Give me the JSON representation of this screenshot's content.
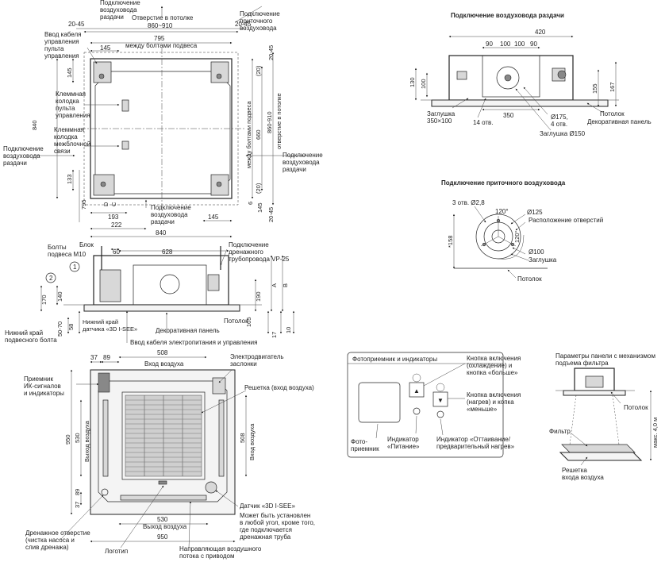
{
  "top_view": {
    "labels": {
      "duct_out_top": "Подключение\nвоздуховода\nраздачи",
      "ceiling_hole": "Отверстие в потолке",
      "ceiling_hole_range": "860~910",
      "fresh_air_top": "Подключение\nприточного\nвоздуховода",
      "dim_20_45_a": "20-45",
      "dim_20_45_b": "20-45",
      "dim_795": "795",
      "between_bolts": "между болтами подвеса",
      "dim_145_top": "145",
      "cable_entry": "Ввод кабеля\nуправления\nпульта\nуправления",
      "terminal_remote": "Клеммная\nколодка\nпульта\nуправления",
      "terminal_inter": "Клеммная\nколодка\nмежблочной\nсвязи",
      "dim_840_v": "840",
      "dim_145_v": "145",
      "dim_133": "133",
      "dim_795_v": "795",
      "duct_left": "Подключение\nвоздуховода\nраздачи",
      "duct_right": "Подключение\nвоздуховода\nраздачи",
      "bolts_v": "между болтами подвеса",
      "dim_660": "660",
      "dim_860_910_v": "860-910",
      "hole_v": "отверстие в потолке",
      "dim_20_45_r1": "20-45",
      "dim_20_45_r2": "20-45",
      "dim_20_r1": "(20)",
      "dim_20_r2": "(20)",
      "dim_6": "6",
      "dim_145_r": "145",
      "letter_d": "D",
      "letter_c": "C",
      "dim_193": "193",
      "dim_222": "222",
      "dim_145_b": "145",
      "dim_840_h": "840",
      "duct_bottom": "Подключение\nвоздуховода\nраздачи"
    }
  },
  "side_view": {
    "labels": {
      "bolts_m10": "Болты\nподвеса M10",
      "block": "Блок",
      "dim_60": "60",
      "dim_628": "628",
      "drain_conn": "Подключение\nдренажного\nтрубопровода VP-25",
      "circle_1": "1",
      "circle_2": "2",
      "dim_170": "170",
      "dim_140": "140",
      "dim_190": "190",
      "dim_a": "A",
      "dim_b": "B",
      "dim_58": "58",
      "dim_50_70": "50-70",
      "lower_edge": "Нижний край\nподвесного болта",
      "sensor_edge": "Нижний край\nдатчика «3D I-SEE»",
      "ceiling": "Потолок",
      "dim_105": "105",
      "deco_panel": "Декоративная панель",
      "dim_17": "17",
      "dim_10": "10",
      "cable_input": "Ввод кабеля электропитания и управления"
    }
  },
  "panel_view": {
    "labels": {
      "dim_37": "37",
      "dim_89": "89",
      "dim_508": "508",
      "air_in": "Вход воздуха",
      "damper_motor": "Электродвигатель\nзаслонки",
      "ir_receiver": "Приемник\nИК-сигналов\nи индикаторы",
      "grille_in": "Решетка (вход воздуха)",
      "dim_950_v": "950",
      "dim_530_v": "530",
      "air_out_v": "Выход воздуха",
      "air_in_v": "Вход воздуха",
      "dim_508_v": "508",
      "dim_37_b": "37",
      "dim_89_b": "89",
      "sensor_3d": "Датчик «3D I-SEE»",
      "mount_note": "Может быть установлен\nв любой угол, кроме того,\nгде подключается\nдренажная труба",
      "dim_530_h": "530",
      "air_out_h": "Выход воздуха",
      "dim_950_h": "950",
      "drain_hole": "Дренажное отверстие\n(чистка насоса и\nслив дренажа)",
      "logo": "Логотип",
      "guide": "Направляющая воздушного\nпотока с приводом"
    }
  },
  "supply_duct": {
    "title": "Подключение воздуховода раздачи",
    "labels": {
      "dim_420": "420",
      "dim_90a": "90",
      "dim_100a": "100",
      "dim_100b": "100",
      "dim_90b": "90",
      "dim_130": "130",
      "dim_100v": "100",
      "dim_155": "155",
      "dim_167": "167",
      "dim_350": "350",
      "plug_350": "Заглушка\n350×100",
      "holes_14": "14 отв.",
      "d175": "Ø175,\n4 отв.",
      "ceiling": "Потолок",
      "deco_panel": "Декоративная панель",
      "plug_150": "Заглушка Ø150"
    }
  },
  "fresh_duct": {
    "title": "Подключение приточного воздуховода",
    "labels": {
      "holes_3": "3 отв. Ø2,8",
      "angle_120a": "120°",
      "d125": "Ø125",
      "hole_layout": "Расположение отверстий",
      "angle_120b": "120°",
      "d100": "Ø100",
      "dim_158": "*158",
      "plug": "Заглушка",
      "ceiling": "Потолок"
    }
  },
  "indicators": {
    "title": "Фотоприемник и индикаторы",
    "labels": {
      "btn_cool": "Кнопка включения\n(охлаждение) и\nкнопка «больше»",
      "btn_heat": "Кнопка включения\n(нагрев) и копка\n«меньше»",
      "photo": "Фото-\nприемник",
      "power_ind": "Индикатор\n«Питание»",
      "defrost_ind": "Индикатор «Оттаивание/\nпредварительный нагрев»"
    }
  },
  "lift_panel": {
    "title": "Параметры панели с механизмом\nподъема фильтра",
    "labels": {
      "ceiling": "Потолок",
      "max_4m": "макс. 4,0 м",
      "filter": "Фильтр",
      "grille": "Решетка\nвхода воздуха"
    }
  }
}
